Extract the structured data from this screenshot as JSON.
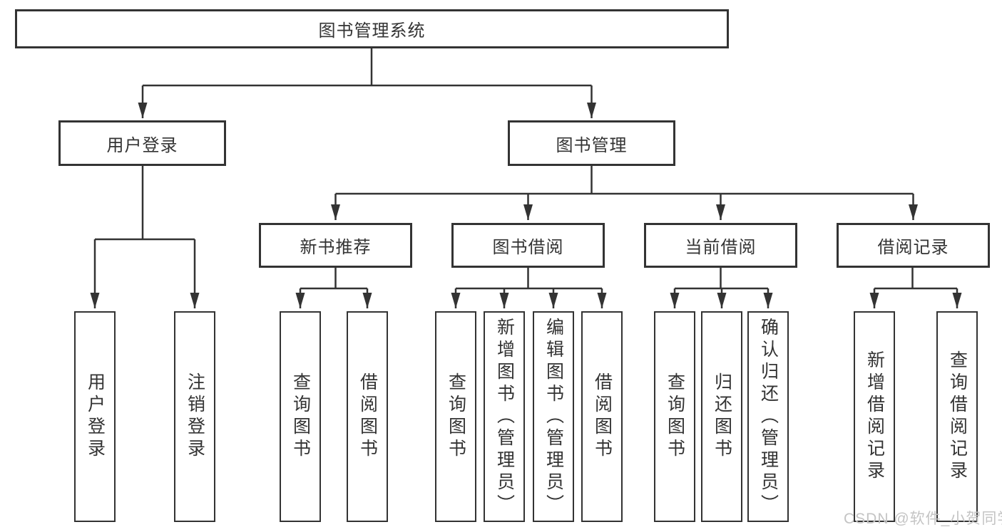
{
  "tree": {
    "root": {
      "label": "图书管理系统"
    },
    "level2": [
      {
        "label": "用户登录"
      },
      {
        "label": "图书管理"
      }
    ],
    "level3": [
      {
        "label": "新书推荐"
      },
      {
        "label": "图书借阅"
      },
      {
        "label": "当前借阅"
      },
      {
        "label": "借阅记录"
      }
    ],
    "leaves": {
      "user_login": [
        {
          "label": "用户登录"
        },
        {
          "label": "注销登录"
        }
      ],
      "new_books": [
        {
          "label": "查询图书"
        },
        {
          "label": "借阅图书"
        }
      ],
      "book_borrow": [
        {
          "label": "查询图书"
        },
        {
          "label": "新增图书（管理员）"
        },
        {
          "label": "编辑图书（管理员）"
        },
        {
          "label": "借阅图书"
        }
      ],
      "current_borrow": [
        {
          "label": "查询图书"
        },
        {
          "label": "归还图书"
        },
        {
          "label": "确认归还（管理员）"
        }
      ],
      "borrow_records": [
        {
          "label": "新增借阅记录"
        },
        {
          "label": "查询借阅记录"
        }
      ]
    }
  },
  "watermark": {
    "text": "CSDN @软件_小贺同学"
  },
  "colors": {
    "line": "#333333",
    "box_border": "#333333",
    "text": "#333333",
    "background": "#ffffff",
    "watermark": "#c4c4c4"
  }
}
